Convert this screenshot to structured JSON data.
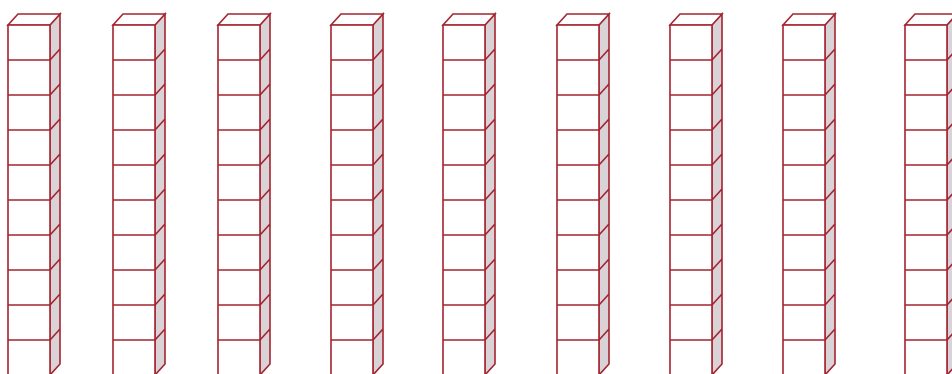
{
  "diagram": {
    "kind": "base-ten rods",
    "rods_visible": 9,
    "units_per_rod": 10,
    "last_rod_clipped_at_right_edge": true,
    "rod_icon": "tens-rod-icon"
  },
  "colors": {
    "background": "#ffffff",
    "stroke": "#a3232f",
    "front_face": "#ffffff",
    "side_face": "#d9d2d6",
    "top_face": "#ffffff"
  }
}
